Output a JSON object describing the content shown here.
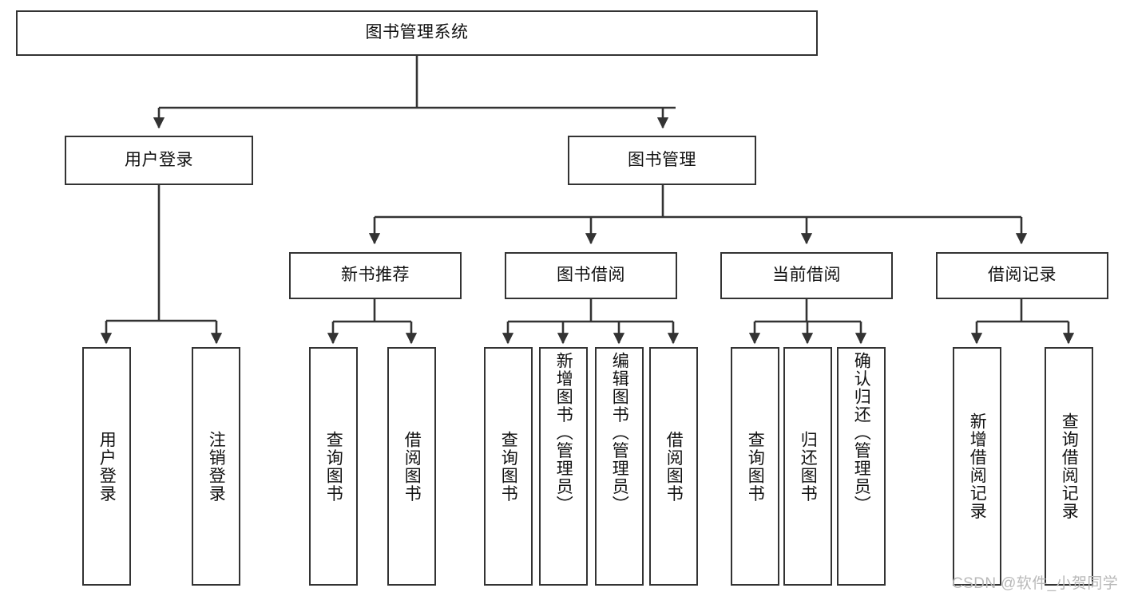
{
  "diagram": {
    "title": "图书管理系统",
    "type": "tree-hierarchy",
    "watermark": "CSDN @软件_小贺同学",
    "colors": {
      "border": "#333333",
      "background": "#ffffff",
      "text": "#111111",
      "watermark": "#b9b9b9"
    },
    "root": {
      "label": "图书管理系统"
    },
    "level2": [
      {
        "label": "用户登录"
      },
      {
        "label": "图书管理"
      }
    ],
    "level3": [
      {
        "label": "新书推荐"
      },
      {
        "label": "图书借阅"
      },
      {
        "label": "当前借阅"
      },
      {
        "label": "借阅记录"
      }
    ],
    "leaves": {
      "user_login": [
        {
          "label": "用户登录"
        },
        {
          "label": "注销登录"
        }
      ],
      "new_book_recommend": [
        {
          "label": "查询图书"
        },
        {
          "label": "借阅图书"
        }
      ],
      "book_borrow": [
        {
          "label": "查询图书"
        },
        {
          "label": "新增图书（管理员）"
        },
        {
          "label": "编辑图书（管理员）"
        },
        {
          "label": "借阅图书"
        }
      ],
      "current_borrow": [
        {
          "label": "查询图书"
        },
        {
          "label": "归还图书"
        },
        {
          "label": "确认归还（管理员）"
        }
      ],
      "borrow_record": [
        {
          "label": "新增借阅记录"
        },
        {
          "label": "查询借阅记录"
        }
      ]
    }
  }
}
